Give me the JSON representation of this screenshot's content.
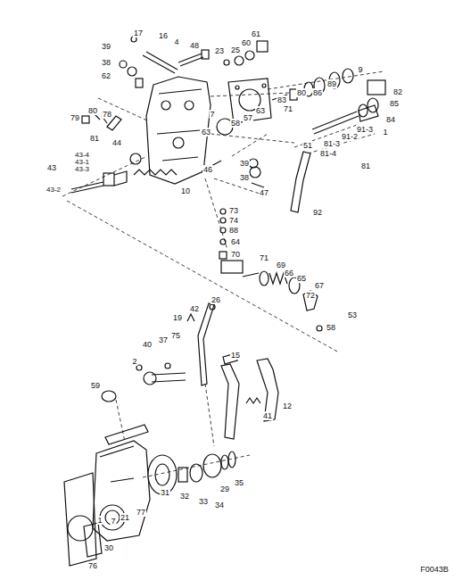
{
  "diagram": {
    "labels": [
      "17",
      "16",
      "4",
      "48",
      "23",
      "25",
      "60",
      "61",
      "39",
      "38",
      "62",
      "9",
      "89",
      "80",
      "86",
      "82",
      "85",
      "84",
      "71",
      "83",
      "7",
      "58",
      "57",
      "63",
      "63",
      "79",
      "80",
      "78",
      "81",
      "44",
      "43",
      "43-4",
      "43-1",
      "43-3",
      "43-2",
      "10",
      "46",
      "39",
      "38",
      "47",
      "51",
      "91-3",
      "1",
      "91-2",
      "81-3",
      "81-4",
      "81",
      "92",
      "73",
      "74",
      "88",
      "64",
      "70",
      "71",
      "69",
      "66",
      "65",
      "72",
      "67",
      "53",
      "58",
      "26",
      "42",
      "19",
      "75",
      "37",
      "40",
      "15",
      "2",
      "59",
      "12",
      "41",
      "35",
      "29",
      "34",
      "33",
      "32",
      "31",
      "77",
      "21",
      "7",
      "1",
      "30",
      "76",
      "F0043B"
    ]
  }
}
